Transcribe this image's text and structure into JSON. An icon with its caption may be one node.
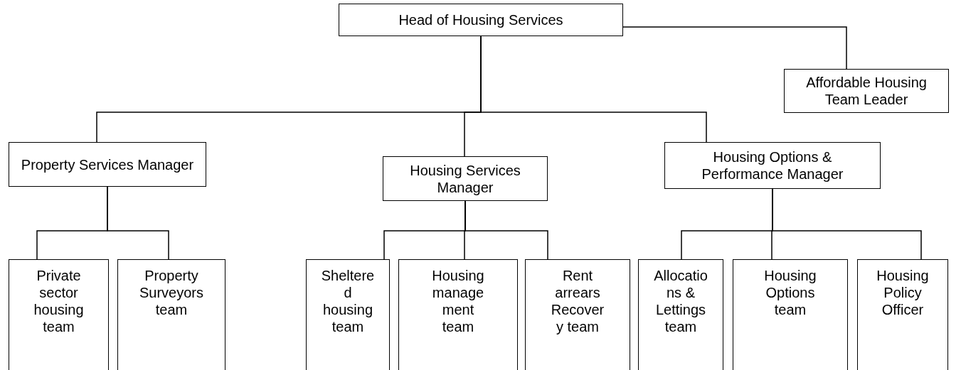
{
  "diagram": {
    "nodes": [
      {
        "text": [
          "Head of Housing Services"
        ]
      },
      {
        "text": [
          "Affordable Housing Team Leader"
        ]
      },
      {
        "text": [
          "Property Services Manager"
        ]
      },
      {
        "text": [
          "Housing Services Manager"
        ]
      },
      {
        "text": [
          "Housing Options & Performance Manager"
        ]
      },
      {
        "text": [
          "Private sector housing team"
        ]
      },
      {
        "text": [
          "Property Surveyors team"
        ]
      },
      {
        "text": [
          "Sheltere d housing team"
        ]
      },
      {
        "text": [
          "Housing manage ment team"
        ]
      },
      {
        "text": [
          "Rent arrears Recover y team"
        ]
      },
      {
        "text": [
          "Allocatio ns & Lettings team"
        ]
      },
      {
        "text": [
          "Housing Options team"
        ]
      },
      {
        "text": [
          "Housing Policy Officer"
        ]
      }
    ],
    "edges": [
      {
        "from": 0,
        "to": 1,
        "arrow": "none"
      },
      {
        "from": 0,
        "to": 2,
        "arrow": "none"
      },
      {
        "from": 0,
        "to": 3,
        "arrow": "none"
      },
      {
        "from": 0,
        "to": 4,
        "arrow": "none"
      },
      {
        "from": 2,
        "to": 5,
        "arrow": "none"
      },
      {
        "from": 2,
        "to": 6,
        "arrow": "none"
      },
      {
        "from": 3,
        "to": 7,
        "arrow": "none"
      },
      {
        "from": 3,
        "to": 8,
        "arrow": "none"
      },
      {
        "from": 3,
        "to": 9,
        "arrow": "none"
      },
      {
        "from": 4,
        "to": 10,
        "arrow": "none"
      },
      {
        "from": 4,
        "to": 11,
        "arrow": "none"
      },
      {
        "from": 4,
        "to": 12,
        "arrow": "none"
      }
    ]
  }
}
